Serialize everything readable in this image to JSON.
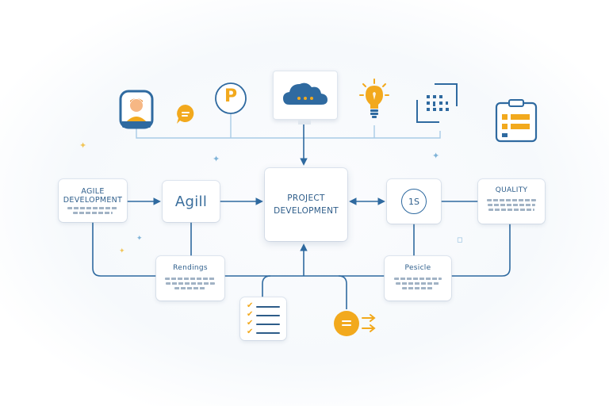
{
  "diagram": {
    "center": {
      "line1": "PROJECT",
      "line2": "DEVELOPMENT"
    },
    "nodes": {
      "agile": {
        "line1": "AGILE",
        "line2": "DEVELOPMENT"
      },
      "agill": {
        "label": "Agill"
      },
      "one_s": {
        "label": "1S"
      },
      "quality": {
        "label": "QUALITY"
      },
      "rendings": {
        "label": "Rendings"
      },
      "pesicle": {
        "label": "Pesicle"
      }
    },
    "top_icons": {
      "parking_letter": "P"
    },
    "colors": {
      "primary_blue": "#2f6aa0",
      "accent_orange": "#f2a91d",
      "line_light": "#a9cbe6"
    },
    "icon_names": [
      "avatar-icon",
      "chat-bubble-icon",
      "p-badge-icon",
      "cloud-monitor-icon",
      "lightbulb-icon",
      "grid-frame-icon",
      "clipboard-icon",
      "checklist-icon",
      "coin-arrows-icon"
    ]
  }
}
